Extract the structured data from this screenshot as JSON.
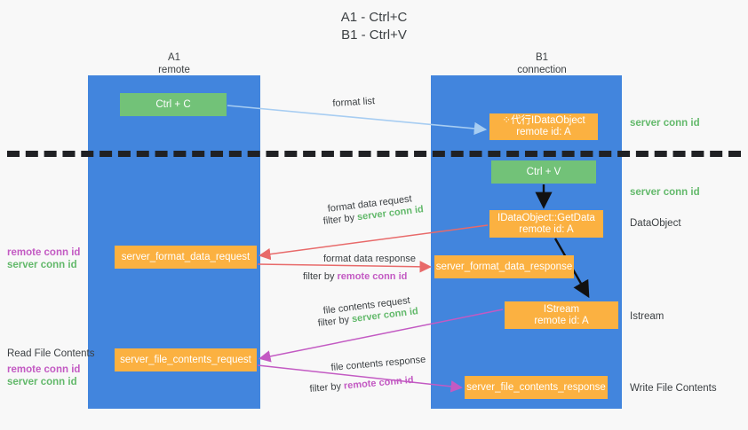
{
  "title_lines": {
    "line1": "A1 - Ctrl+C",
    "line2": "B1 - Ctrl+V"
  },
  "columns": {
    "a1": {
      "name": "A1",
      "role": "remote"
    },
    "b1": {
      "name": "B1",
      "role": "connection"
    }
  },
  "nodes": {
    "ctrl_c": {
      "label": "Ctrl + C",
      "color": "#72c278"
    },
    "idataobject": {
      "line1": "⁘代行IDataObject",
      "line2": "remote id: A",
      "color": "#fbb141"
    },
    "ctrl_v": {
      "label": "Ctrl + V",
      "color": "#72c278"
    },
    "getdata": {
      "line1": "IDataObject::GetData",
      "line2": "remote id: A",
      "color": "#fbb141"
    },
    "format_data_request": {
      "label": "server_format_data_request",
      "color": "#fbb141"
    },
    "format_data_response": {
      "label": "server_format_data_response",
      "color": "#fbb141"
    },
    "istream": {
      "line1": "IStream",
      "line2": "remote id: A",
      "color": "#fbb141"
    },
    "file_contents_request": {
      "label": "server_file_contents_request",
      "color": "#fbb141"
    },
    "file_contents_response": {
      "label": "server_file_contents_response",
      "color": "#fbb141"
    }
  },
  "edges": {
    "format_list": {
      "label": "format list"
    },
    "format_data_request": {
      "label": "format data request",
      "filter_prefix": "filter by ",
      "filter_value": "server conn id"
    },
    "format_data_response": {
      "label": "format data response",
      "filter_prefix": "filter by ",
      "filter_value": "remote conn id"
    },
    "file_contents_request": {
      "label": "file contents request",
      "filter_prefix": "filter by ",
      "filter_value": "server conn id"
    },
    "file_contents_response": {
      "label": "file contents response",
      "filter_prefix": "filter by ",
      "filter_value": "remote conn id"
    }
  },
  "right_annotations": {
    "server_conn_id_1": "server conn id",
    "server_conn_id_2": "server conn id",
    "dataobject": "DataObject",
    "istream": "Istream",
    "write_file_contents": "Write File Contents"
  },
  "left_annotations": {
    "top": {
      "remote": "remote conn id",
      "server": "server conn id"
    },
    "bottom": {
      "heading": "Read File Contents",
      "remote": "remote conn id",
      "server": "server conn id"
    }
  },
  "colors": {
    "lane": "#4285dd",
    "green_node": "#72c278",
    "orange_node": "#fbb141",
    "remote_conn": "#c35ac3",
    "server_conn": "#63b96b",
    "divider": "#202124",
    "wire_blue": "#a7cdf2",
    "wire_red": "#e86a6a",
    "wire_magenta": "#c35ac3",
    "wire_black": "#111111",
    "background": "#f8f8f8"
  }
}
